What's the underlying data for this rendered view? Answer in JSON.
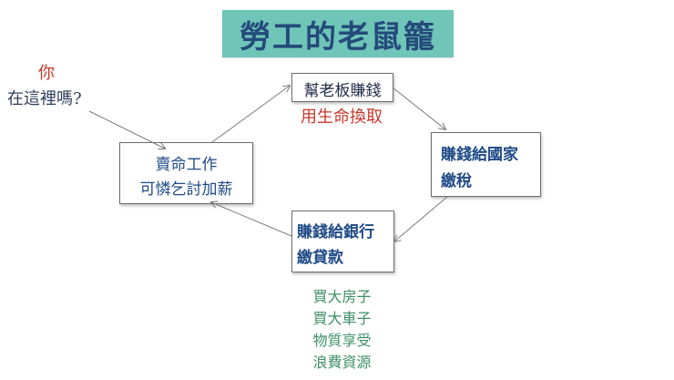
{
  "title": "勞工的老鼠籠",
  "question": {
    "line1": "你",
    "line2": "在這裡嗎?"
  },
  "nodes": {
    "boss": {
      "label": "幫老板賺錢",
      "note": "用生命換取"
    },
    "sell": {
      "line1": "賣命工作",
      "line2": "可憐乞討加薪"
    },
    "tax": {
      "line1": "賺錢給國家",
      "line2": "繳稅"
    },
    "bank": {
      "line1": "賺錢給銀行",
      "line2": "繳貸款"
    }
  },
  "spending": [
    "買大房子",
    "買大車子",
    "物質享受",
    "浪費資源"
  ],
  "colors": {
    "title_bg": "#6fc5b8",
    "title_text": "#244a7a",
    "red": "#c8382b",
    "blue": "#1f4a86",
    "green": "#3e8f67"
  }
}
